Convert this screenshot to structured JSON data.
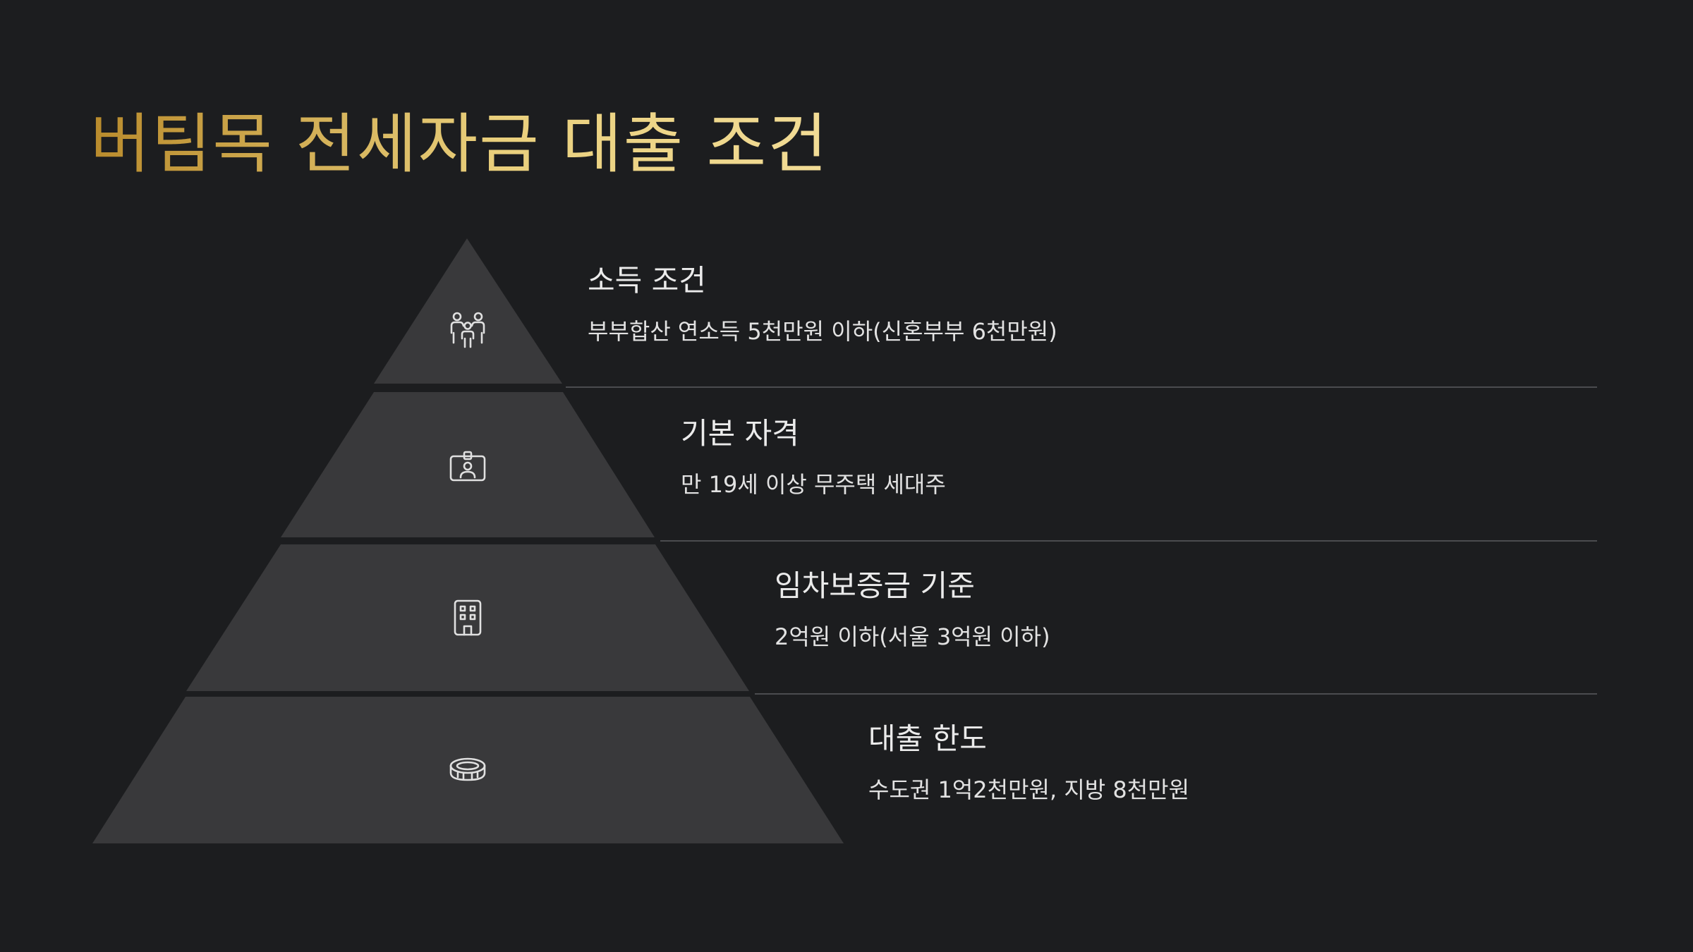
{
  "slide": {
    "title": "버팀목 전세자금 대출 조건"
  },
  "colors": {
    "background": "#1c1d1f",
    "tier_fill": "#39393b",
    "title_gradient_start": "#b98b2c",
    "title_gradient_end": "#f2dc96",
    "divider": "#4b4c4f",
    "text": "#e6e6e6"
  },
  "tiers": [
    {
      "icon": "family-icon",
      "heading": "소득 조건",
      "description": "부부합산 연소득 5천만원 이하(신혼부부 6천만원)"
    },
    {
      "icon": "id-badge-icon",
      "heading": "기본 자격",
      "description": "만 19세 이상 무주택 세대주"
    },
    {
      "icon": "building-icon",
      "heading": "임차보증금 기준",
      "description": "2억원 이하(서울 3억원 이하)"
    },
    {
      "icon": "coin-icon",
      "heading": "대출 한도",
      "description": "수도권 1억2천만원, 지방 8천만원"
    }
  ]
}
